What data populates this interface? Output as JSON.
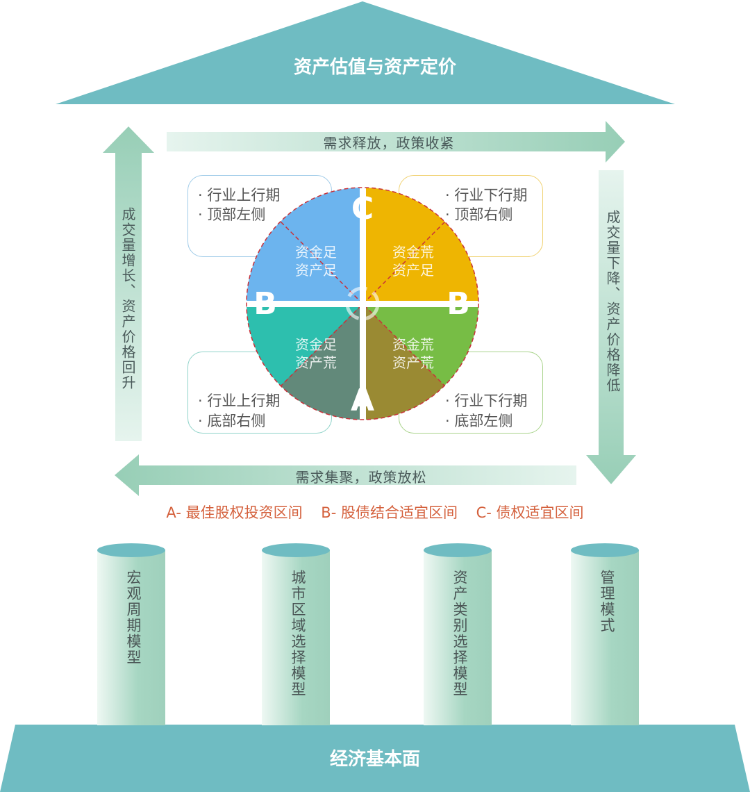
{
  "roof": {
    "title": "资产估值与资产定价"
  },
  "arrows": {
    "top": "需求释放，政策收紧",
    "right": "成交量下降、资产价格降低",
    "bottom": "需求集聚，政策放松",
    "left": "成交量增长、资产价格回升"
  },
  "boxes": {
    "top_left": [
      "· 行业上行期",
      "· 顶部左侧"
    ],
    "top_right": [
      "· 行业下行期",
      "· 顶部右侧"
    ],
    "bottom_left": [
      "· 行业上行期",
      "· 底部右侧"
    ],
    "bottom_right": [
      "· 行业下行期",
      "· 底部左侧"
    ]
  },
  "quadrants": {
    "top_left": [
      "资金足",
      "资产足"
    ],
    "top_right": [
      "资金荒",
      "资产足"
    ],
    "bottom_left": [
      "资金足",
      "资产荒"
    ],
    "bottom_right": [
      "资金荒",
      "资产荒"
    ]
  },
  "letters": {
    "top": "C",
    "left": "B",
    "right": "B",
    "bottom": "A"
  },
  "legend": [
    "A- 最佳股权投资区间",
    "B- 股债结合适宜区间",
    "C- 债权适宜区间"
  ],
  "pillars": [
    "宏观周期模型",
    "城市区域选择模型",
    "资产类别选择模型",
    "管理模式"
  ],
  "base": {
    "title": "经济基本面"
  },
  "colors": {
    "roof": "#6fbcc2",
    "arrow": "#9fd0ba",
    "blue": "#6cb4ee",
    "yellow": "#eeb502",
    "teal": "#2dbfae",
    "green": "#77bd45",
    "grey_green": "#62897a",
    "olive": "#9a8a33",
    "legend": "#d4603c"
  }
}
